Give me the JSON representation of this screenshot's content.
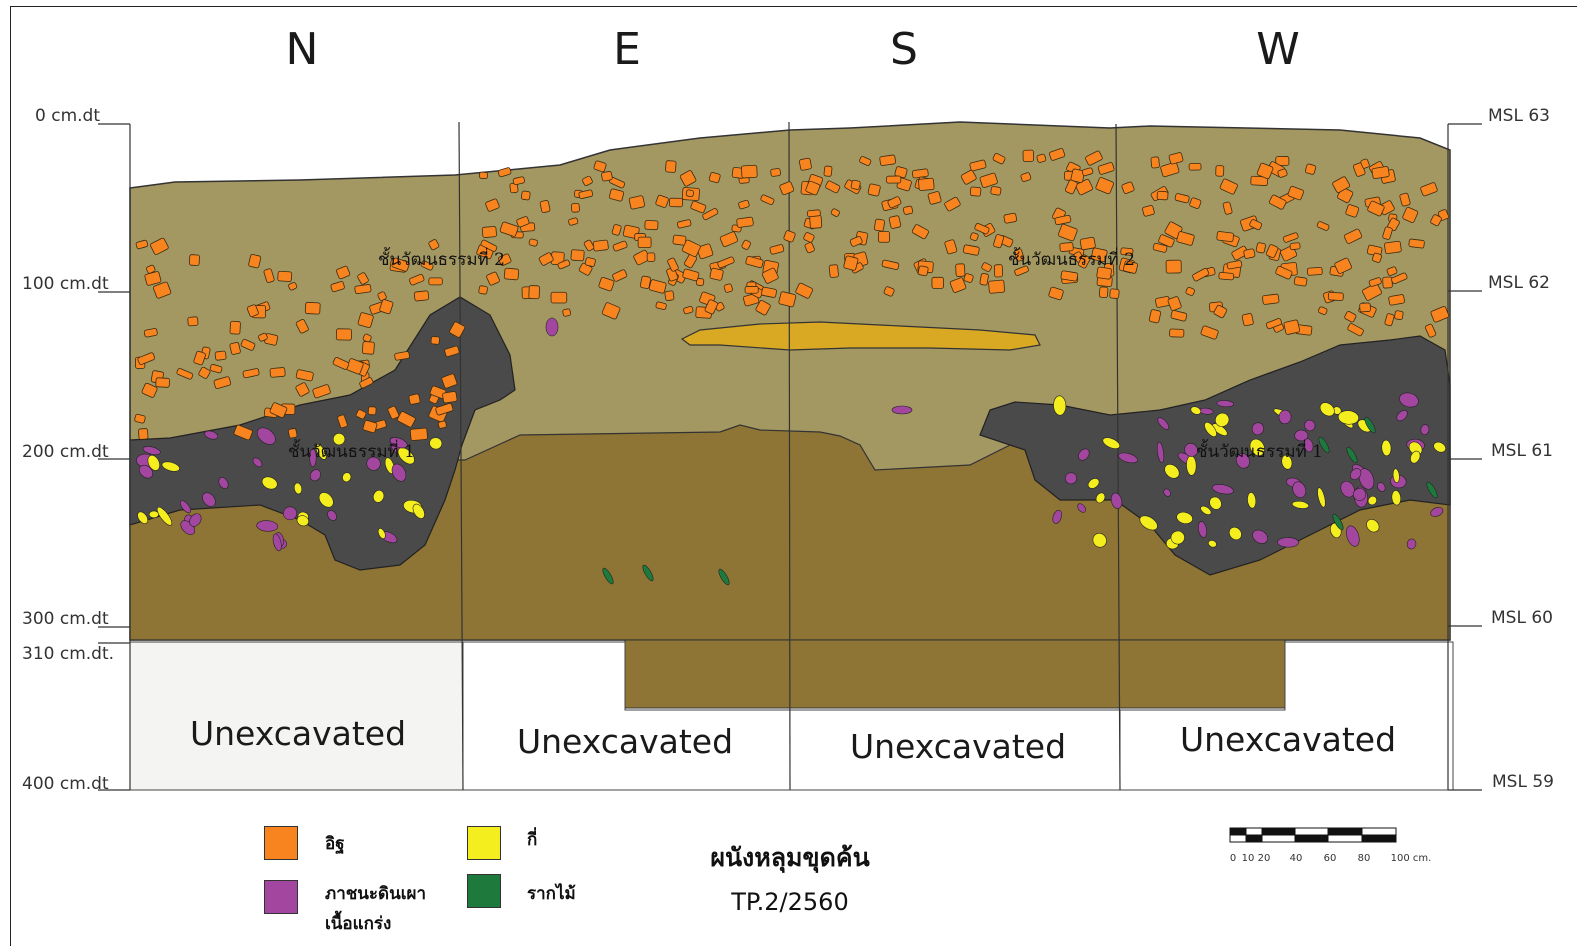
{
  "directions": [
    "N",
    "E",
    "S",
    "W"
  ],
  "depth_labels": [
    "0 cm.dt",
    "100 cm.dt",
    "200 cm.dt",
    "300 cm.dt",
    "310 cm.dt.",
    "400 cm.dt"
  ],
  "msl_labels": [
    "MSL 63",
    "MSL 62",
    "MSL 61",
    "MSL 60",
    "MSL 59"
  ],
  "unexcavated_label": "Unexcavated",
  "layers": {
    "layer2": "ชั้นวัฒนธรรมที่ 2",
    "layer1": "ชั้นวัฒนธรรมที่ 1"
  },
  "legend": [
    {
      "label": "อิฐ",
      "color": "#f7841f"
    },
    {
      "label": "ภาชนะดินเผา",
      "label2": "เนื้อแกร่ง",
      "color": "#a346a0"
    },
    {
      "label": "กี่",
      "color": "#f5ee1e"
    },
    {
      "label": "รากไม้",
      "color": "#1e7a3c"
    }
  ],
  "title": {
    "line1": "ผนังหลุมขุดค้น",
    "line2": "TP.2/2560"
  },
  "scale_bar": [
    "0",
    "10",
    "20",
    "40",
    "60",
    "80",
    "100 cm."
  ],
  "colors": {
    "upper_soil": "#a39762",
    "lower_soil": "#8e7435",
    "dark_layer": "#4b4a4b",
    "brick": "#f7841f",
    "pottery": "#a346a0",
    "stone": "#f5ee1e",
    "roots": "#1e7a3c",
    "lens": "#d9a924"
  }
}
